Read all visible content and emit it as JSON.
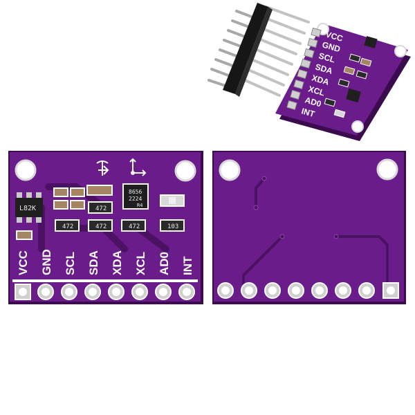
{
  "colors": {
    "pcb": "#6a1c8a",
    "pcb_dark": "#4b1263",
    "pcb_edge": "#3a0c4d",
    "silk": "#ffffff",
    "pad": "#c9c9c9",
    "header_plastic": "#161616",
    "pin_metal": "#b9b9b9",
    "chip_body": "#1f1f1f",
    "resistor_body": "#2a2a2a",
    "capacitor_body": "#a58562",
    "led": "#d8d8d8"
  },
  "board_labels": {
    "pins": [
      "VCC",
      "GND",
      "SCL",
      "SDA",
      "XDA",
      "XCL",
      "AD0",
      "INT"
    ]
  },
  "components": {
    "regulator_marking": "L82K",
    "imu_marking_line1": "8656",
    "imu_marking_line2": "2224",
    "imu_marking_line3": "R4",
    "resistor_marking_a": "472",
    "resistor_marking_b": "103"
  },
  "icons": {
    "axes_symbol": "xyz-axes-icon",
    "rotation_symbol": "rotation-axes-icon"
  }
}
